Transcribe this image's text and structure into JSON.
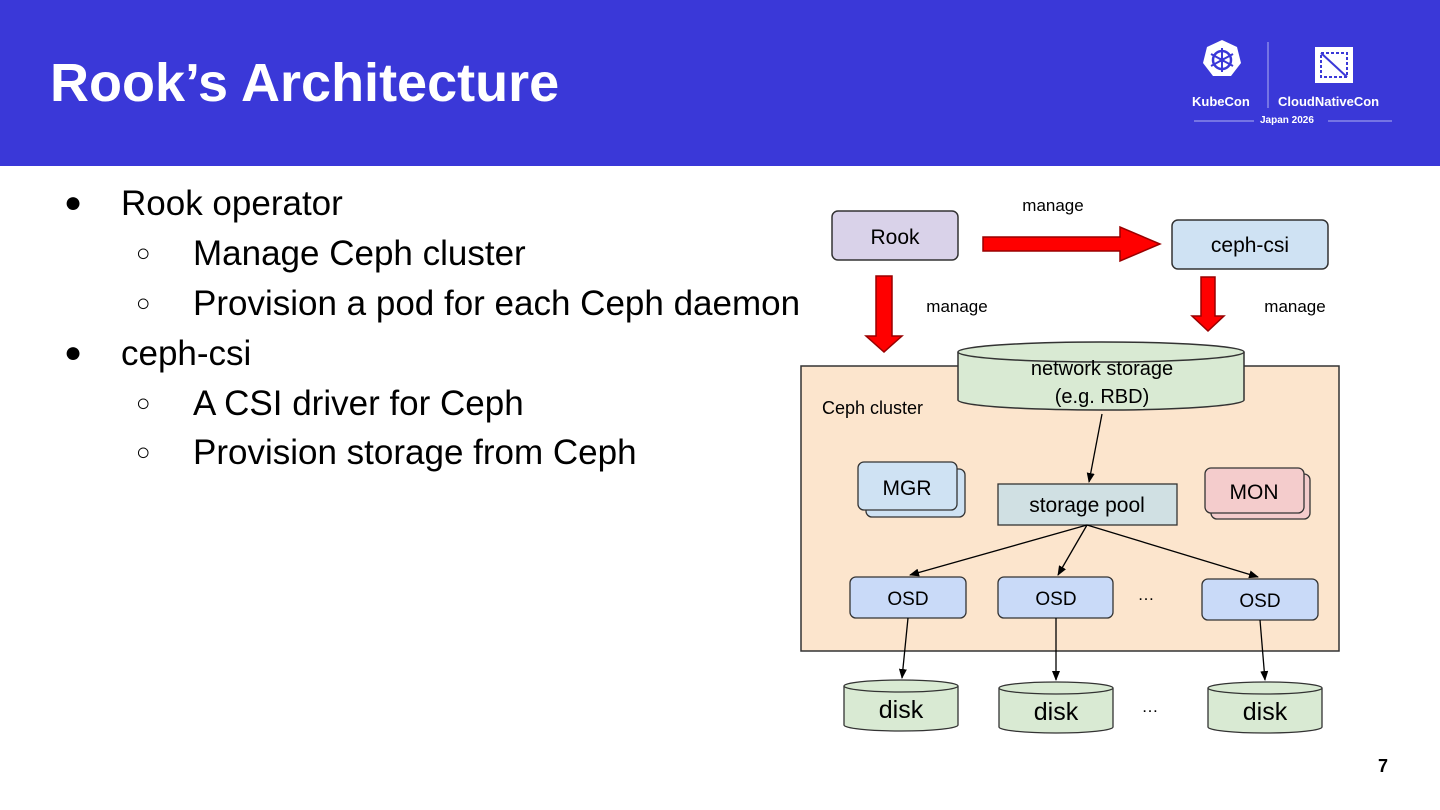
{
  "slide": {
    "title": "Rook’s Architecture",
    "page_number": "7"
  },
  "logo": {
    "left_text": "KubeCon",
    "right_text": "CloudNativeCon",
    "event": "Japan 2026"
  },
  "bullets": [
    {
      "text": "Rook operator",
      "sub": [
        "Manage Ceph cluster",
        "Provision a pod for each Ceph daemon"
      ]
    },
    {
      "text": "ceph-csi",
      "sub": [
        "A CSI driver for Ceph",
        "Provision storage from Ceph"
      ]
    }
  ],
  "diagram": {
    "rook": "Rook",
    "ceph_csi": "ceph-csi",
    "manage_top": "manage",
    "manage_left": "manage",
    "manage_right": "manage",
    "cluster_label": "Ceph cluster",
    "network_storage_line1": "network storage",
    "network_storage_line2": "(e.g. RBD)",
    "storage_pool": "storage pool",
    "mgr": "MGR",
    "mon": "MON",
    "osd1": "OSD",
    "osd2": "OSD",
    "osd3": "OSD",
    "ellipsis_osd": "…",
    "disk1": "disk",
    "disk2": "disk",
    "disk3": "disk",
    "ellipsis_disk": "…",
    "colors": {
      "header": "#3a38d8",
      "rook_box": "#d9d2e9",
      "csi_box": "#cfe2f3",
      "arrow": "#ff0000",
      "cluster_bg": "#fce5cd",
      "storage_green": "#d9ead3",
      "pool_box": "#d0e0e3",
      "osd_box": "#c9daf8",
      "mon_box": "#f4cccc"
    }
  }
}
